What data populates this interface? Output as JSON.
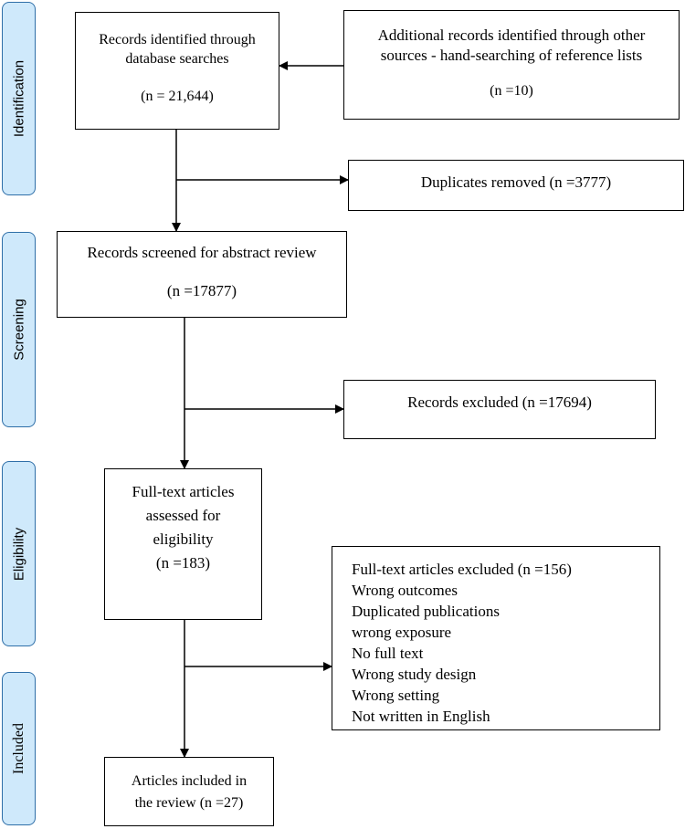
{
  "stages": {
    "identification": "Identification",
    "screening": "Screening",
    "eligibility": "Eligibility",
    "included": "Included"
  },
  "boxes": {
    "records_identified": {
      "line1": "Records identified through",
      "line2": "database searches",
      "count": "(n = 21,644)"
    },
    "additional_records": {
      "line1": "Additional records identified through other",
      "line2": "sources - hand-searching of reference lists",
      "count": "(n =10)"
    },
    "duplicates_removed": "Duplicates removed (n =3777)",
    "records_screened": {
      "line1": "Records screened for abstract review",
      "count": "(n =17877)"
    },
    "records_excluded": "Records excluded (n =17694)",
    "full_text_assessed": {
      "line1": "Full-text articles",
      "line2": "assessed for",
      "line3": "eligibility",
      "count": "(n =183)"
    },
    "full_text_excluded": {
      "title": "Full-text articles excluded (n =156)",
      "reasons": [
        "Wrong outcomes",
        "Duplicated publications",
        "wrong exposure",
        "No full text",
        "Wrong study design",
        "Wrong setting",
        "Not written in English"
      ]
    },
    "articles_included": {
      "line1": "Articles included in",
      "line2": "the review (n =27)"
    }
  }
}
